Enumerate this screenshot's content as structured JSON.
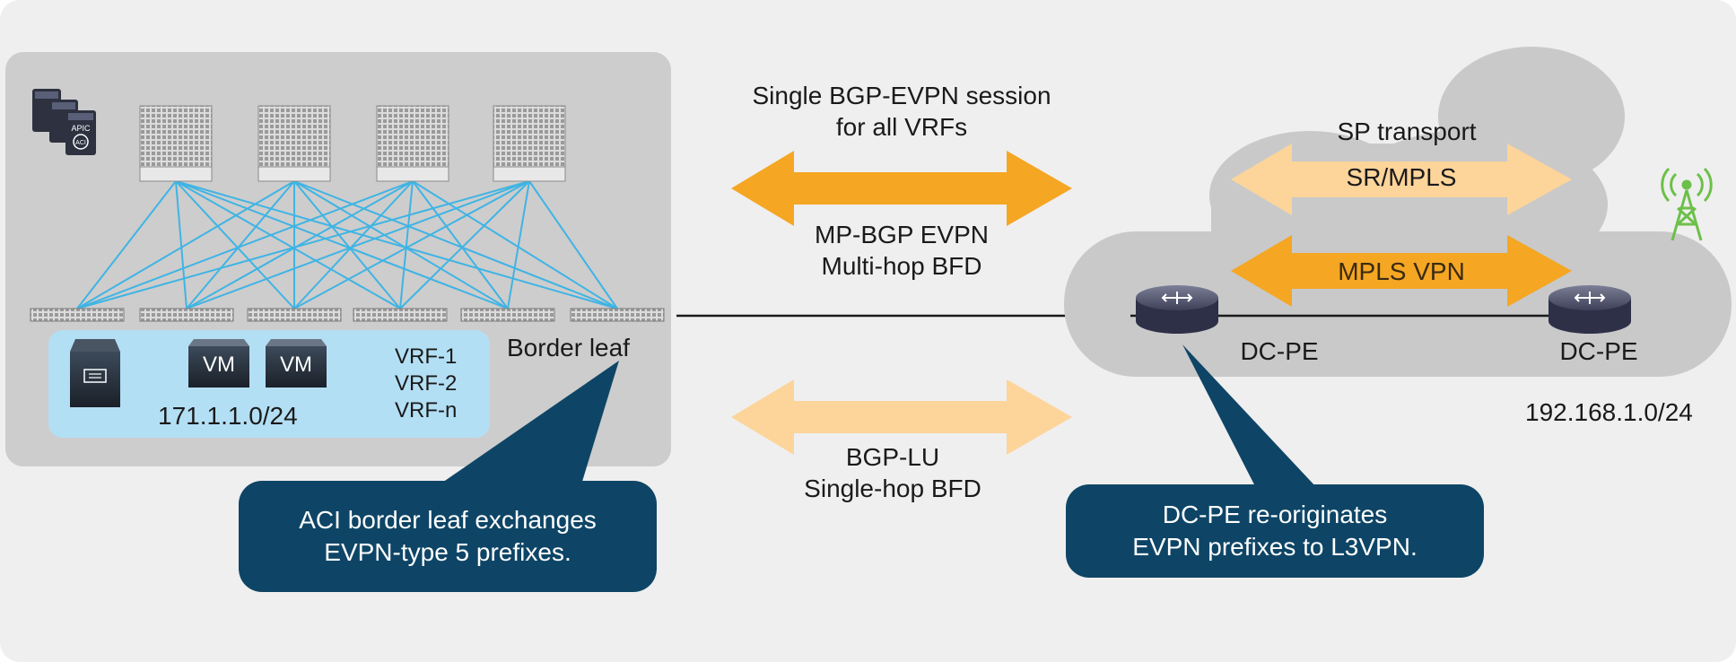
{
  "fabric": {
    "apic_label": "APIC",
    "aci_label": "ACI",
    "vm_label": "VM",
    "subnet": "171.1.1.0/24",
    "vrfs": [
      "VRF-1",
      "VRF-2",
      "VRF-n"
    ],
    "border_leaf_label": "Border leaf"
  },
  "sessions": {
    "evpn_heading": [
      "Single BGP-EVPN session",
      "for all VRFs"
    ],
    "evpn_caption": [
      "MP-BGP EVPN",
      "Multi-hop BFD"
    ],
    "lu_caption": [
      "BGP-LU",
      "Single-hop BFD"
    ]
  },
  "sp": {
    "title": "SP transport",
    "sr_mpls": "SR/MPLS",
    "mpls_vpn": "MPLS VPN",
    "dcpe_left": "DC-PE",
    "dcpe_right": "DC-PE",
    "subnet": "192.168.1.0/24"
  },
  "callouts": {
    "left": [
      "ACI border leaf exchanges",
      "EVPN-type 5 prefixes."
    ],
    "right": [
      "DC-PE re-originates",
      "EVPN prefixes to L3VPN."
    ]
  },
  "colors": {
    "background": "#efefef",
    "fabric_panel": "#cdcdcd",
    "endpoint_panel": "#b3dff4",
    "link": "#3fb4e4",
    "arrow_dark": "#f5a623",
    "arrow_light": "#fdd49a",
    "callout": "#0e4566",
    "cloud": "#c9c9c9",
    "tower": "#6cc04a"
  }
}
